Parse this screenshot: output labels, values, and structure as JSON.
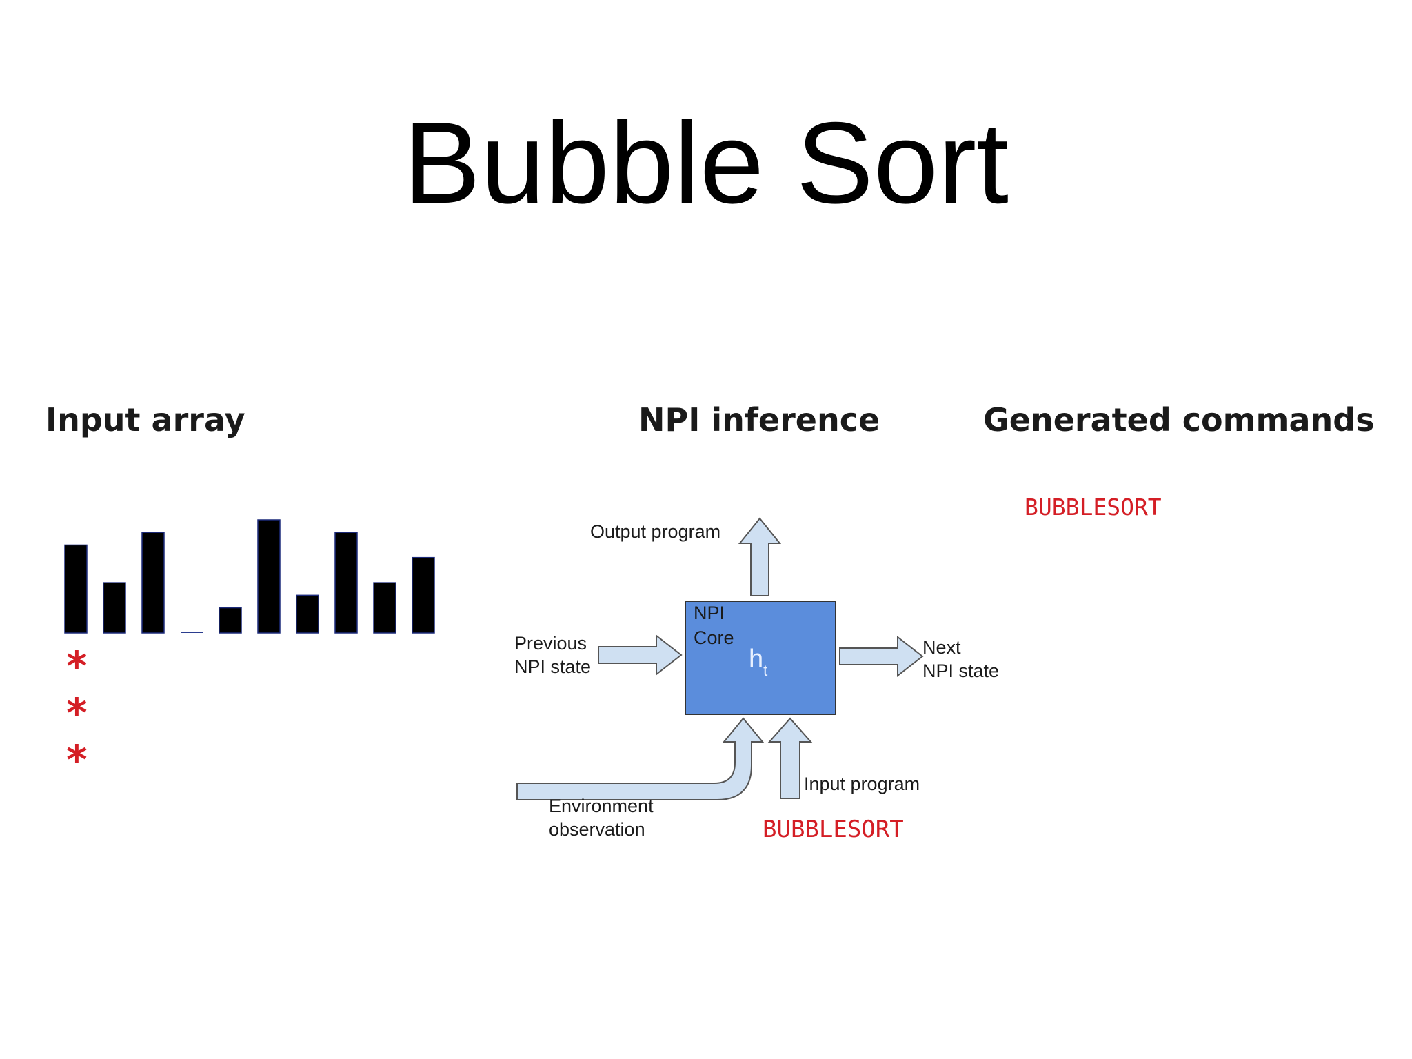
{
  "title": "Bubble Sort",
  "headings": {
    "input": "Input array",
    "inference": "NPI inference",
    "generated": "Generated commands"
  },
  "generated_commands": [
    "BUBBLESORT"
  ],
  "input_array": {
    "values": [
      7,
      4,
      8,
      0,
      2,
      9,
      3,
      8,
      4,
      6
    ],
    "bar_color": "#000000",
    "pointer_markers": [
      "*",
      "*",
      "*"
    ],
    "marker_color": "#d41e25"
  },
  "diagram": {
    "core_line1": "NPI",
    "core_line2": "Core",
    "hidden_state": "h",
    "hidden_state_subscript": "t",
    "output_program": "Output program",
    "previous_state_line1": "Previous",
    "previous_state_line2": "NPI state",
    "next_state_line1": "Next",
    "next_state_line2": "NPI state",
    "environment_line1": "Environment",
    "environment_line2": "observation",
    "input_program": "Input program",
    "input_program_value": "BUBBLESORT",
    "core_color": "#5b8ddc",
    "arrow_color": "#cfe0f2"
  }
}
